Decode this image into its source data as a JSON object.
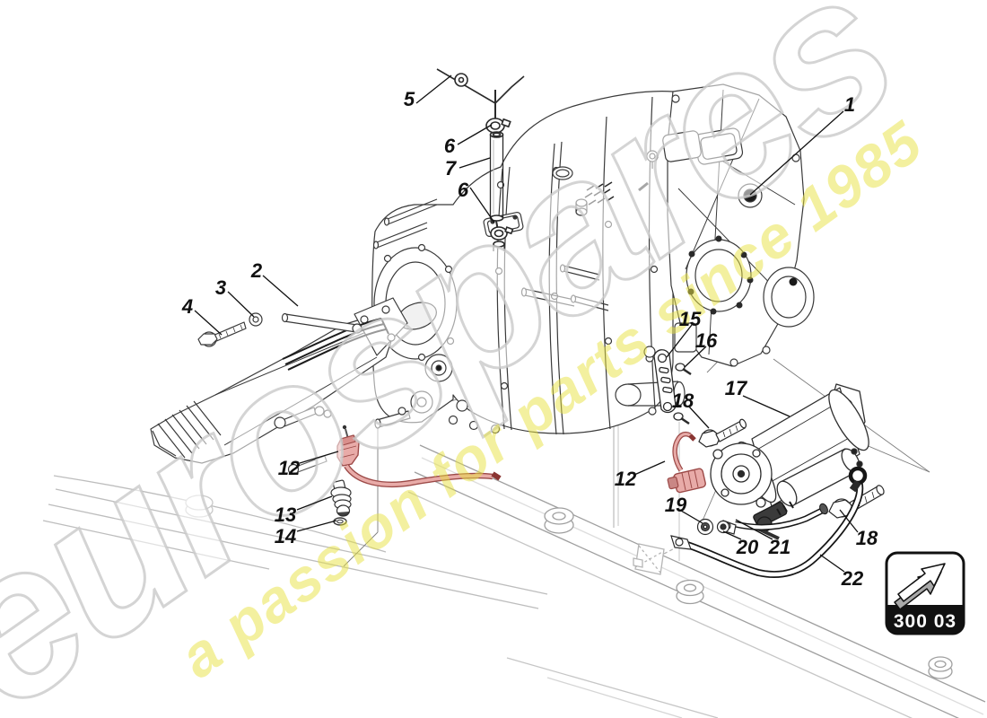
{
  "diagram": {
    "type": "exploded-parts-diagram",
    "subject": "gearbox with starter motor, sensors and oil pump",
    "watermark": {
      "brand": "eurospares",
      "tagline": "a passion for parts since 1985"
    },
    "badge": {
      "icon": "arrow-up-right",
      "code": "300 03"
    },
    "colors": {
      "line_art": "#3a3a3a",
      "highlight_part_fill": "#e8aba8",
      "highlight_part_stroke": "#9c4a48",
      "watermark_yellow": "#e8e242",
      "watermark_gray": "#c9c9c9",
      "badge_black": "#111111"
    },
    "callouts": [
      {
        "label": "1"
      },
      {
        "label": "5"
      },
      {
        "label": "6"
      },
      {
        "label": "7"
      },
      {
        "label": "6"
      },
      {
        "label": "2"
      },
      {
        "label": "3"
      },
      {
        "label": "4"
      },
      {
        "label": "15"
      },
      {
        "label": "16"
      },
      {
        "label": "17"
      },
      {
        "label": "18"
      },
      {
        "label": "12"
      },
      {
        "label": "13"
      },
      {
        "label": "14"
      },
      {
        "label": "12"
      },
      {
        "label": "19"
      },
      {
        "label": "20"
      },
      {
        "label": "21"
      },
      {
        "label": "18"
      },
      {
        "label": "22"
      }
    ]
  }
}
